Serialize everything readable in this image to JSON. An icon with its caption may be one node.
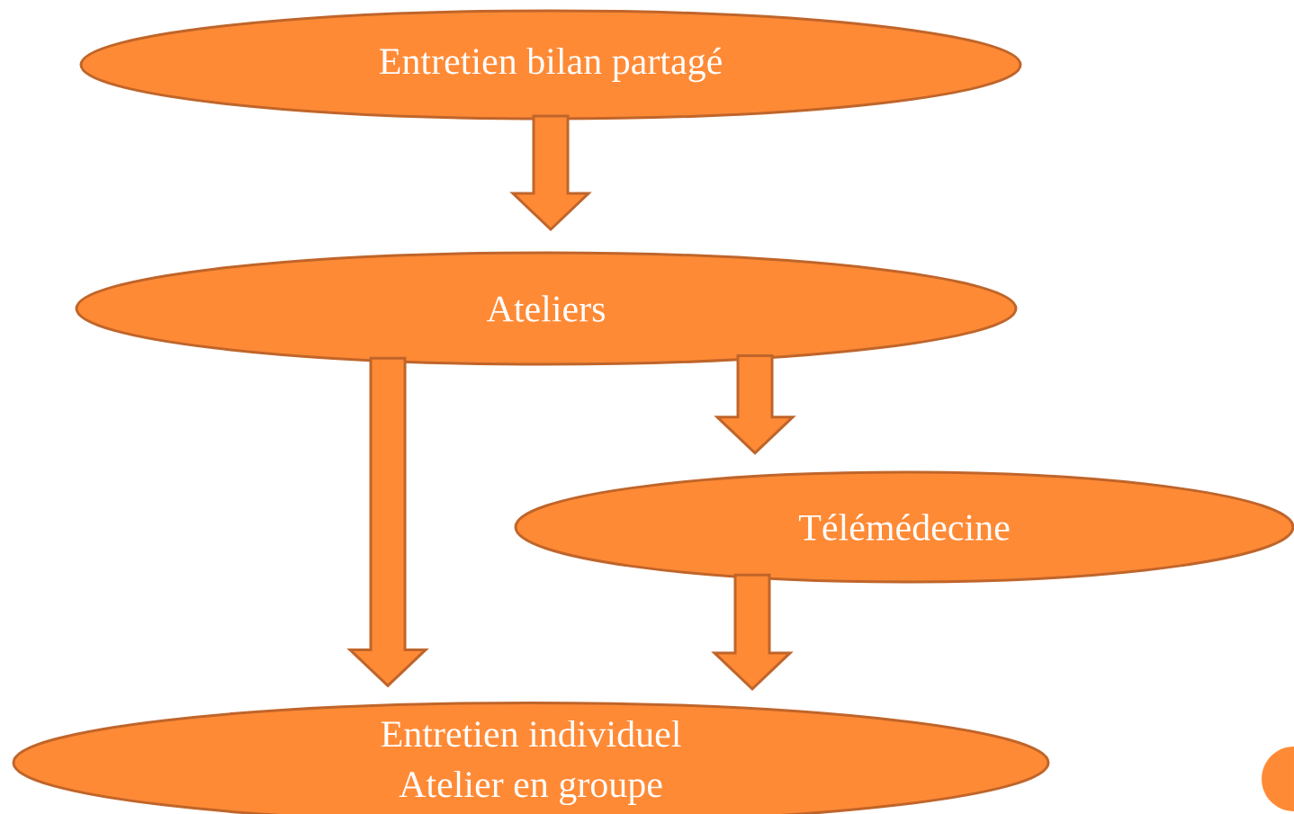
{
  "diagram": {
    "nodes": [
      {
        "text": [
          "Entretien bilan partagé"
        ]
      },
      {
        "text": [
          "Ateliers"
        ]
      },
      {
        "text": [
          "Télémédecine"
        ]
      },
      {
        "text": [
          "Entretien individuel",
          "Atelier en groupe"
        ]
      }
    ],
    "edges": [
      {
        "from": 0,
        "to": 1,
        "arrow": "to"
      },
      {
        "from": 1,
        "to": 3,
        "arrow": "to"
      },
      {
        "from": 1,
        "to": 2,
        "arrow": "to"
      },
      {
        "from": 2,
        "to": 3,
        "arrow": "to"
      }
    ]
  }
}
